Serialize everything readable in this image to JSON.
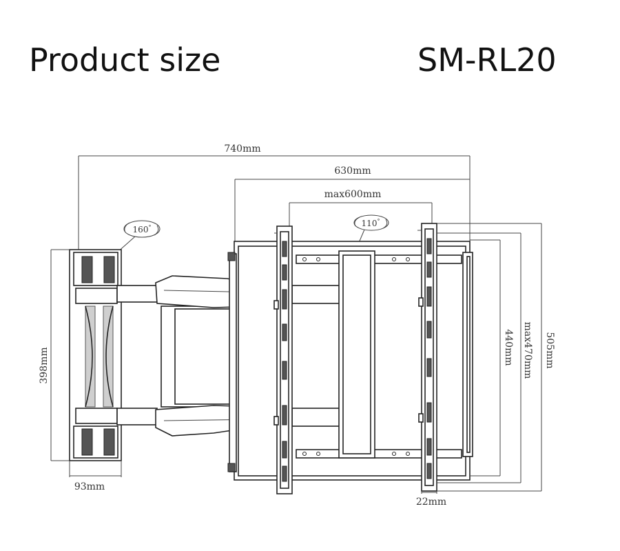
{
  "header": {
    "title": "Product size",
    "model": "SM-RL20"
  },
  "dimensions": {
    "overall_width": "740mm",
    "frame_width": "630mm",
    "vesa_width": "max600mm",
    "plate_height": "398mm",
    "plate_width": "93mm",
    "frame_height_inner": "440mm",
    "vesa_height": "max470mm",
    "bracket_height": "505mm",
    "depth_offset": "22mm"
  },
  "angles": {
    "swivel": "160",
    "tilt": "110",
    "degree_symbol": "°"
  }
}
